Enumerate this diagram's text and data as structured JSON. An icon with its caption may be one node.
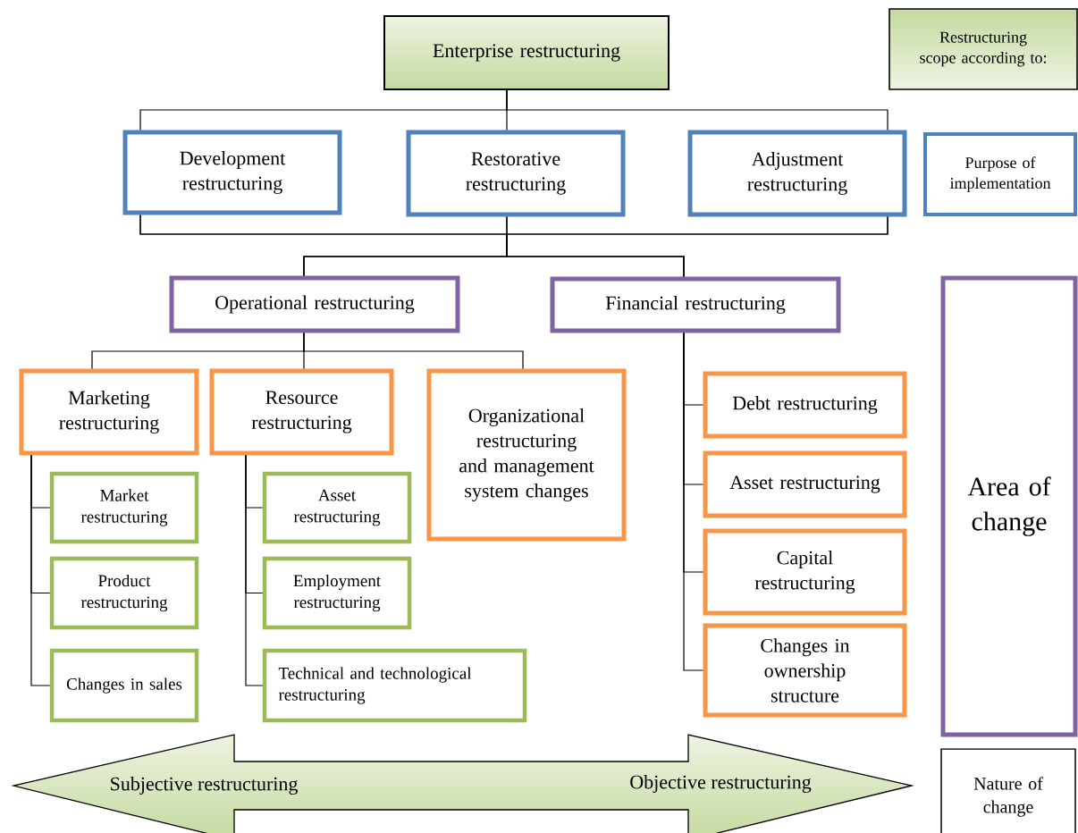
{
  "diagram": {
    "nodes": [
      {
        "text": [
          "Enterprise restructuring"
        ]
      },
      {
        "text": [
          "Restructuring scope according to:"
        ]
      },
      {
        "text": [
          "Development restructuring"
        ]
      },
      {
        "text": [
          "Restorative restructuring"
        ]
      },
      {
        "text": [
          "Adjustment restructuring"
        ]
      },
      {
        "text": [
          "Purpose of implementation"
        ]
      },
      {
        "text": [
          "Operational restructuring"
        ]
      },
      {
        "text": [
          "Financial restructuring"
        ]
      },
      {
        "text": [
          "Area of change"
        ]
      },
      {
        "text": [
          "Marketing restructuring"
        ]
      },
      {
        "text": [
          "Resource restructuring"
        ]
      },
      {
        "text": [
          "Organizational restructuring and management system changes"
        ]
      },
      {
        "text": [
          "Market restructuring"
        ]
      },
      {
        "text": [
          "Product restructuring"
        ]
      },
      {
        "text": [
          "Changes in sales"
        ]
      },
      {
        "text": [
          "Asset restructuring"
        ]
      },
      {
        "text": [
          "Employment restructuring"
        ]
      },
      {
        "text": [
          "Technical and technological restructuring"
        ]
      },
      {
        "text": [
          "Debt restructuring"
        ]
      },
      {
        "text": [
          "Asset restructuring"
        ]
      },
      {
        "text": [
          "Capital restructuring"
        ]
      },
      {
        "text": [
          "Changes in ownership structure"
        ]
      },
      {
        "text": [
          "Subjective restructuring",
          "Objective restructuring"
        ]
      },
      {
        "text": [
          "Nature of change"
        ]
      }
    ],
    "edges": [
      {
        "from": 0,
        "to": 2,
        "arrow": "none"
      },
      {
        "from": 0,
        "to": 3,
        "arrow": "none"
      },
      {
        "from": 0,
        "to": 4,
        "arrow": "none"
      },
      {
        "from": 2,
        "to": 6,
        "arrow": "none"
      },
      {
        "from": 2,
        "to": 7,
        "arrow": "none"
      },
      {
        "from": 3,
        "to": 6,
        "arrow": "none"
      },
      {
        "from": 3,
        "to": 7,
        "arrow": "none"
      },
      {
        "from": 4,
        "to": 6,
        "arrow": "none"
      },
      {
        "from": 4,
        "to": 7,
        "arrow": "none"
      },
      {
        "from": 6,
        "to": 9,
        "arrow": "none"
      },
      {
        "from": 6,
        "to": 10,
        "arrow": "none"
      },
      {
        "from": 6,
        "to": 11,
        "arrow": "none"
      },
      {
        "from": 9,
        "to": 12,
        "arrow": "none"
      },
      {
        "from": 9,
        "to": 13,
        "arrow": "none"
      },
      {
        "from": 9,
        "to": 14,
        "arrow": "none"
      },
      {
        "from": 10,
        "to": 15,
        "arrow": "none"
      },
      {
        "from": 10,
        "to": 16,
        "arrow": "none"
      },
      {
        "from": 10,
        "to": 17,
        "arrow": "none"
      },
      {
        "from": 7,
        "to": 18,
        "arrow": "none"
      },
      {
        "from": 7,
        "to": 19,
        "arrow": "none"
      },
      {
        "from": 7,
        "to": 20,
        "arrow": "none"
      },
      {
        "from": 7,
        "to": 21,
        "arrow": "none"
      }
    ]
  }
}
